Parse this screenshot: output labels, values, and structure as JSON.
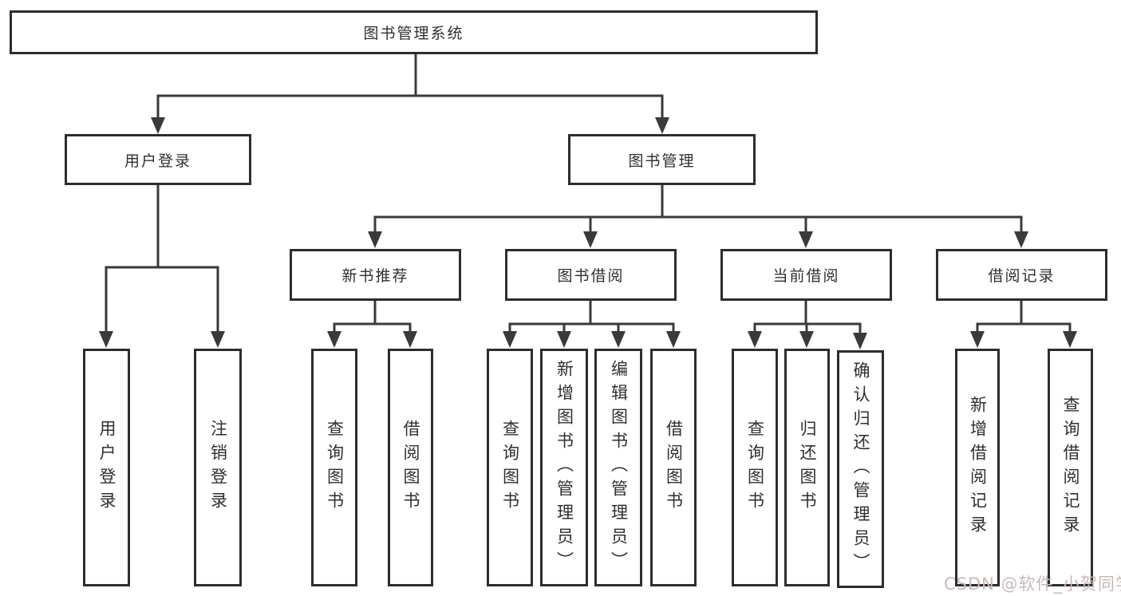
{
  "tree": {
    "label": "图书管理系统",
    "children": [
      {
        "label": "用户登录",
        "children": [
          {
            "label": "用户登录"
          },
          {
            "label": "注销登录"
          }
        ]
      },
      {
        "label": "图书管理",
        "children": [
          {
            "label": "新书推荐",
            "children": [
              {
                "label": "查询图书"
              },
              {
                "label": "借阅图书"
              }
            ]
          },
          {
            "label": "图书借阅",
            "children": [
              {
                "label": "查询图书"
              },
              {
                "label": "新增图书（管理员）"
              },
              {
                "label": "编辑图书（管理员）"
              },
              {
                "label": "借阅图书"
              }
            ]
          },
          {
            "label": "当前借阅",
            "children": [
              {
                "label": "查询图书"
              },
              {
                "label": "归还图书"
              },
              {
                "label": "确认归还（管理员）"
              }
            ]
          },
          {
            "label": "借阅记录",
            "children": [
              {
                "label": "新增借阅记录"
              },
              {
                "label": "查询借阅记录"
              }
            ]
          }
        ]
      }
    ]
  },
  "watermark": {
    "text": "CSDN @软件_小贺同学"
  },
  "colors": {
    "line": "#3a3a3a",
    "box_border": "#2d2d2d",
    "text": "#2f2f2f",
    "background": "#ffffff",
    "watermark": "#c9b9b9"
  }
}
